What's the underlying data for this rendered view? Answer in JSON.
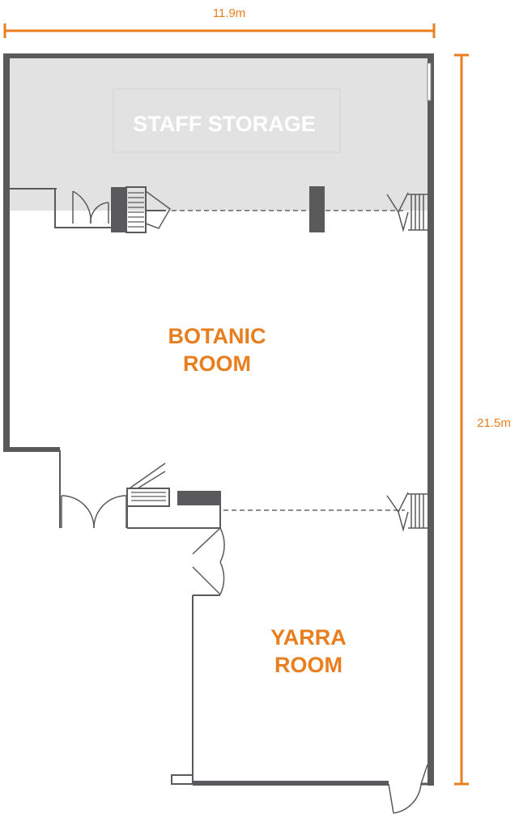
{
  "dimensions": {
    "width_label": "11.9m",
    "height_label": "21.5m"
  },
  "rooms": {
    "staff_storage": "STAFF STORAGE",
    "botanic_line1": "BOTANIC",
    "botanic_line2": "ROOM",
    "yarra_line1": "YARRA",
    "yarra_line2": "ROOM"
  },
  "colors": {
    "accent": "#e87e1e",
    "wall": "#5a5a5c",
    "storage_fill": "#e2e2e2"
  }
}
